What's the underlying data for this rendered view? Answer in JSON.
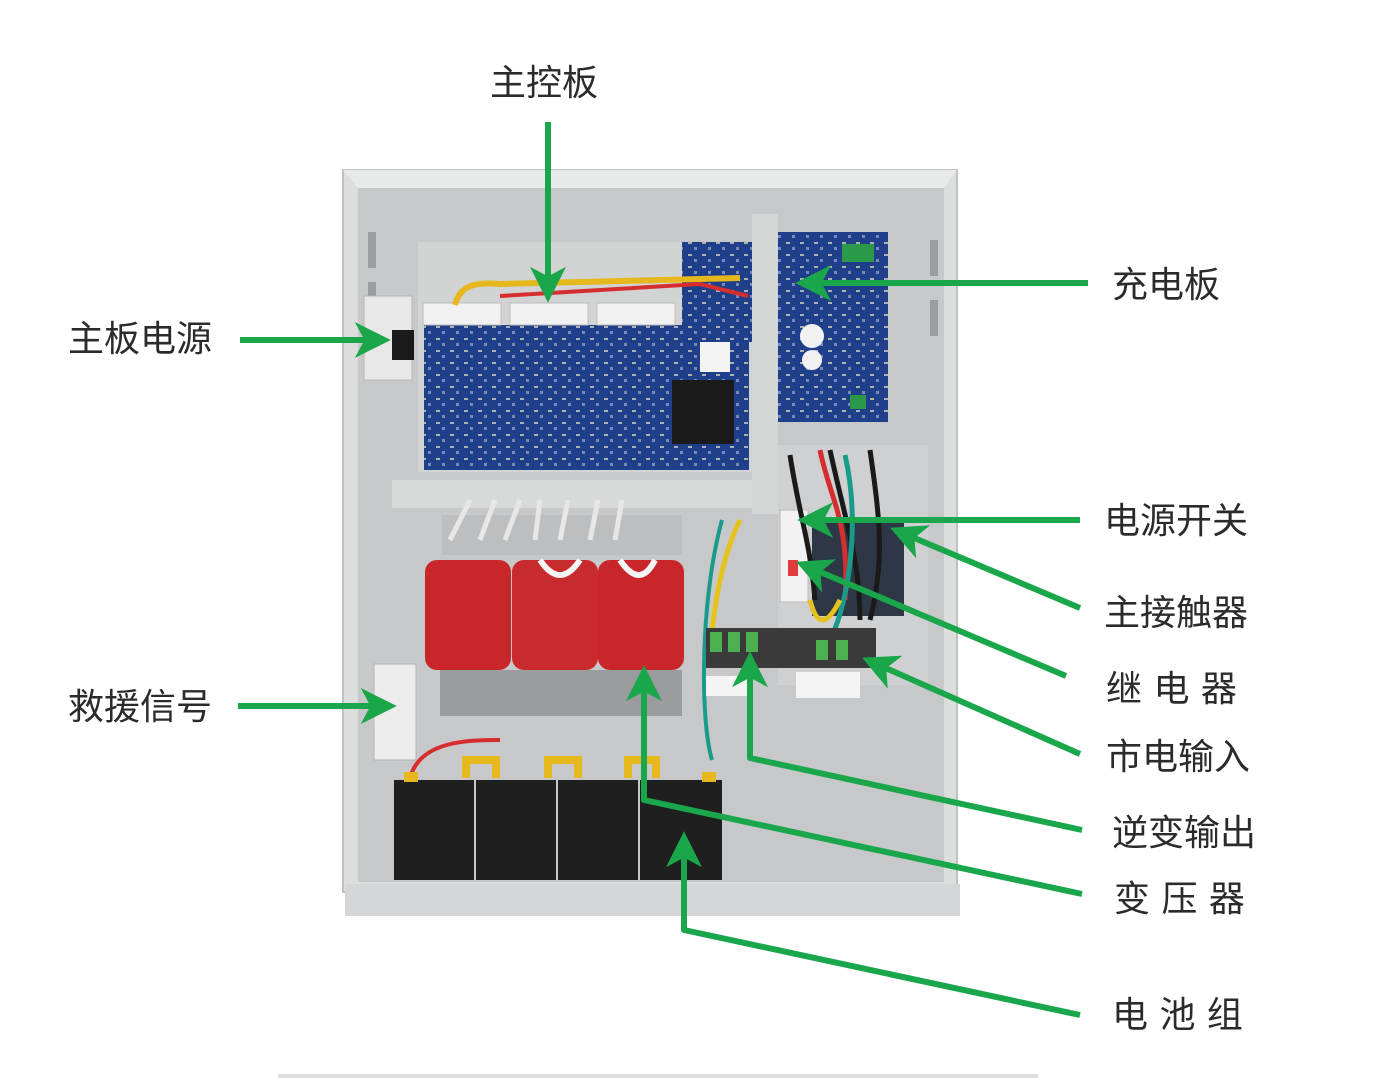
{
  "labels": {
    "main_control_board": "主控板",
    "main_board_power": "主板电源",
    "charging_board": "充电板",
    "rescue_signal": "救援信号",
    "power_switch": "电源开关",
    "main_contactor": "主接触器",
    "relay": "继 电 器",
    "mains_input": "市电输入",
    "inverter_output": "逆变输出",
    "transformer": "变 压 器",
    "battery_pack": "电 池 组"
  },
  "colors": {
    "arrow": "#1aa64a",
    "cabinet": "#d9dadb",
    "cabinet_inner": "#c9cacb",
    "pcb": "#1f3f8a",
    "transformer": "#c8262a",
    "battery": "#1e1e1e",
    "label_text": "#2b2b2b"
  }
}
